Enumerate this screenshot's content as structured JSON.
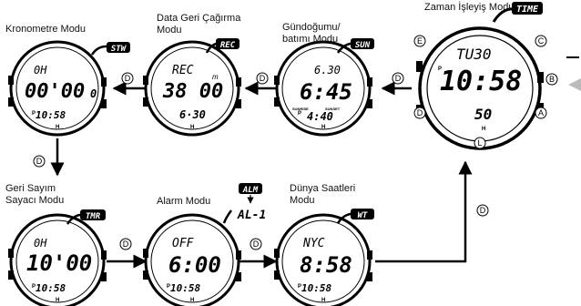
{
  "modes": {
    "stw": {
      "label_lines": [
        "Kronometre Modu"
      ],
      "badge": "STW",
      "row1": "0H",
      "main": "00'00",
      "main_suffix": "0",
      "bottom": "10:58",
      "small_p": "P",
      "small_h": "H"
    },
    "rec": {
      "label_lines": [
        "Data Geri Çağırma",
        "Modu"
      ],
      "badge": "REC",
      "row1": "REC",
      "row1_suffix": "m",
      "main": "38 00",
      "bottom": "6·30",
      "small_h": "H"
    },
    "sun": {
      "label_lines": [
        "Gündoğumu/",
        "batımı Modu"
      ],
      "badge": "SUN",
      "row1": "6.30",
      "main": "6:45",
      "bottom": "4:40",
      "small_p": "P",
      "small_h": "H",
      "tiny_left": "SUNRISE",
      "tiny_right": "SUNSET"
    },
    "time": {
      "label_lines": [
        "Zaman İşleyiş Modu"
      ],
      "badge": "TIME",
      "row1": "TU30",
      "main": "10:58",
      "bottom": "50",
      "small_p": "P",
      "small_h": "H"
    },
    "tmr": {
      "label_lines": [
        "Geri Sayım",
        "Sayacı Modu"
      ],
      "badge": "TMR",
      "row1": "0H",
      "main": "10'00",
      "bottom": "10:58",
      "small_p": "P",
      "small_h": "H"
    },
    "alm": {
      "label_lines": [
        "Alarm Modu"
      ],
      "badge": "ALM",
      "badge_sub": "AL-1",
      "row1": "OFF",
      "main": "6:00",
      "bottom": "10:58",
      "small_p": "P",
      "small_h": "H"
    },
    "wt": {
      "label_lines": [
        "Dünya Saatleri",
        "Modu"
      ],
      "badge": "WT",
      "row1": "NYC",
      "main": "8:58",
      "bottom": "10:58",
      "small_p": "P",
      "small_h": "H"
    }
  },
  "button_letters": {
    "A": "A",
    "B": "B",
    "C": "C",
    "D": "D",
    "E": "E",
    "L": "L"
  },
  "flow_arrow_letter": "D"
}
